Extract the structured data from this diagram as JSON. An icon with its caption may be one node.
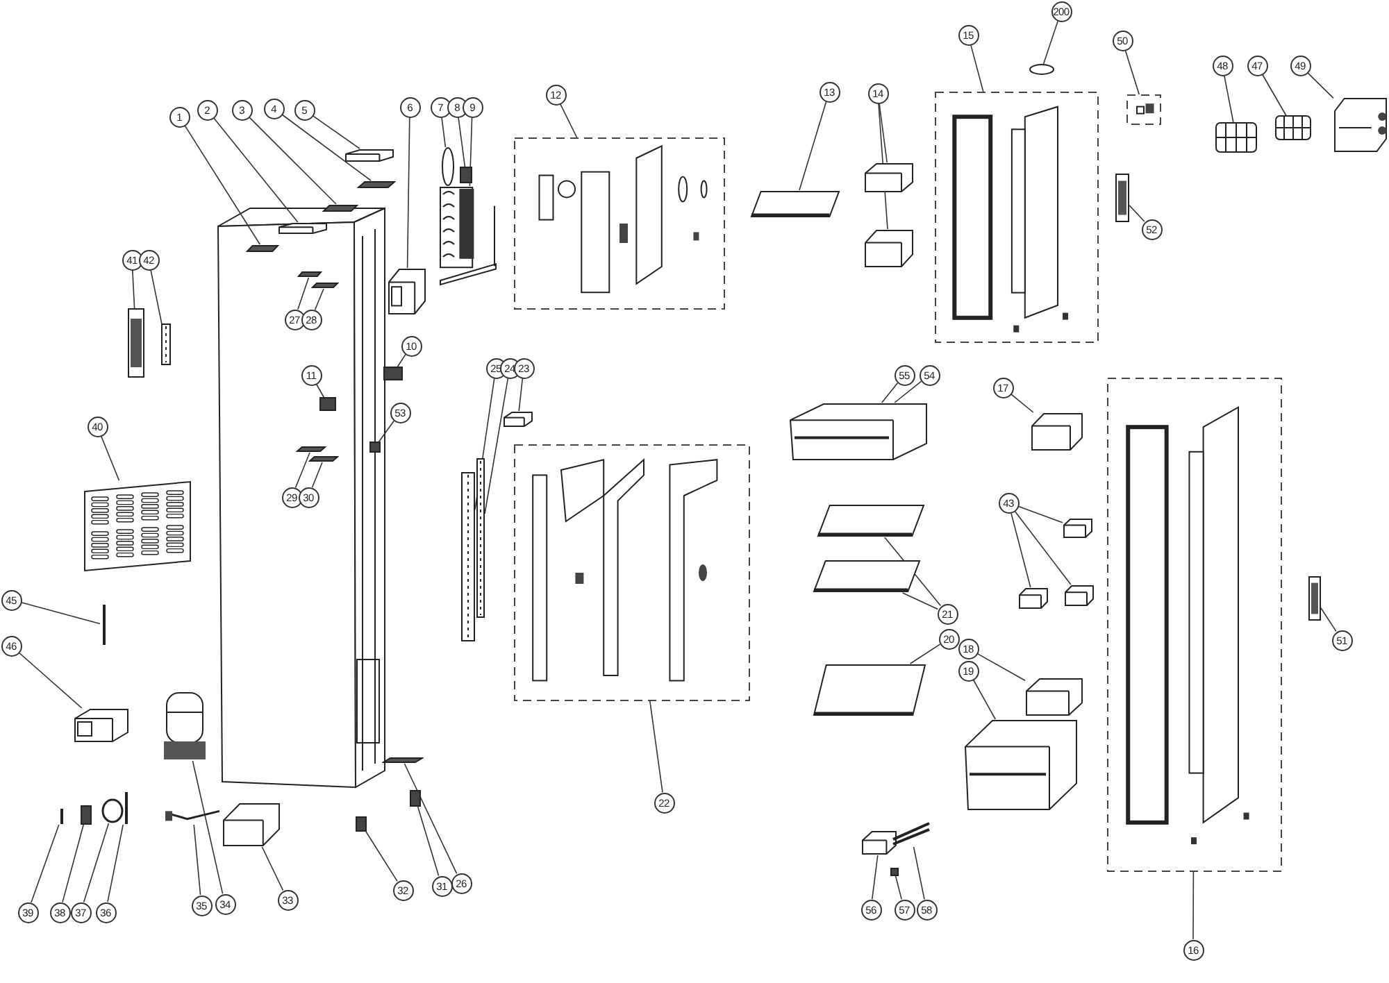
{
  "diagram": {
    "nodes": [
      {
        "text": [
          "1"
        ]
      },
      {
        "text": [],
        "shape": "bar"
      },
      {
        "text": [
          "2"
        ]
      },
      {
        "text": [],
        "shape": "picture"
      },
      {
        "text": [
          "3"
        ]
      },
      {
        "text": [],
        "shape": "bar"
      },
      {
        "text": [
          "4"
        ]
      },
      {
        "text": [],
        "shape": "bar"
      },
      {
        "text": [
          "5"
        ]
      },
      {
        "text": [],
        "shape": "picture"
      },
      {
        "text": [
          "6"
        ]
      },
      {
        "text": [],
        "shape": "picture"
      },
      {
        "text": [
          "7"
        ]
      },
      {
        "text": [],
        "shape": "circle"
      },
      {
        "text": [
          "8"
        ]
      },
      {
        "text": [],
        "shape": "box"
      },
      {
        "text": [
          "9"
        ]
      },
      {
        "text": [],
        "shape": "picture"
      },
      {
        "text": [
          "41"
        ]
      },
      {
        "text": [],
        "shape": "picture"
      },
      {
        "text": [
          "42"
        ]
      },
      {
        "text": [],
        "shape": "picture"
      },
      {
        "text": [
          "27"
        ]
      },
      {
        "text": [],
        "shape": "bar"
      },
      {
        "text": [
          "28"
        ]
      },
      {
        "text": [],
        "shape": "bar"
      },
      {
        "text": [
          "10"
        ]
      },
      {
        "text": [],
        "shape": "box"
      },
      {
        "text": [
          "11"
        ]
      },
      {
        "text": [],
        "shape": "box"
      },
      {
        "text": [
          "53"
        ]
      },
      {
        "text": [],
        "shape": "box"
      },
      {
        "text": [
          "29"
        ]
      },
      {
        "text": [],
        "shape": "bar"
      },
      {
        "text": [
          "30"
        ]
      },
      {
        "text": [],
        "shape": "bar"
      },
      {
        "text": [
          "40"
        ]
      },
      {
        "text": [],
        "shape": "picture"
      },
      {
        "text": [
          "45"
        ]
      },
      {
        "text": [],
        "shape": "bar"
      },
      {
        "text": [
          "46"
        ]
      },
      {
        "text": [],
        "shape": "picture"
      },
      {
        "text": [
          "39"
        ]
      },
      {
        "text": [],
        "shape": "bar"
      },
      {
        "text": [
          "38"
        ]
      },
      {
        "text": [],
        "shape": "box"
      },
      {
        "text": [
          "37"
        ]
      },
      {
        "text": [],
        "shape": "circle"
      },
      {
        "text": [
          "36"
        ]
      },
      {
        "text": [],
        "shape": "bar"
      },
      {
        "text": [
          "35"
        ]
      },
      {
        "text": [],
        "shape": "picture"
      },
      {
        "text": [
          "34"
        ]
      },
      {
        "text": [],
        "shape": "picture"
      },
      {
        "text": [
          "33"
        ]
      },
      {
        "text": [],
        "shape": "picture"
      },
      {
        "text": [
          "32"
        ]
      },
      {
        "text": [],
        "shape": "box"
      },
      {
        "text": [
          "31"
        ]
      },
      {
        "text": [],
        "shape": "box"
      },
      {
        "text": [
          "26"
        ]
      },
      {
        "text": [],
        "shape": "bar"
      },
      {
        "text": [
          "25"
        ]
      },
      {
        "text": [],
        "shape": "picture"
      },
      {
        "text": [
          "24"
        ]
      },
      {
        "text": [],
        "shape": "picture"
      },
      {
        "text": [
          "23"
        ]
      },
      {
        "text": [],
        "shape": "picture"
      },
      {
        "text": [
          "22"
        ]
      },
      {
        "text": [],
        "shape": "box"
      },
      {
        "text": [
          "12"
        ]
      },
      {
        "text": [],
        "shape": "box"
      },
      {
        "text": [
          "13"
        ]
      },
      {
        "text": [],
        "shape": "picture"
      },
      {
        "text": [
          "14"
        ]
      },
      {
        "text": [],
        "shape": "picture"
      },
      {
        "text": [],
        "shape": "picture"
      },
      {
        "text": [
          "15"
        ]
      },
      {
        "text": [],
        "shape": "box"
      },
      {
        "text": [
          "200"
        ]
      },
      {
        "text": [],
        "shape": "circle"
      },
      {
        "text": [
          "50"
        ]
      },
      {
        "text": [],
        "shape": "box"
      },
      {
        "text": [
          "48"
        ]
      },
      {
        "text": [],
        "shape": "picture"
      },
      {
        "text": [
          "47"
        ]
      },
      {
        "text": [],
        "shape": "picture"
      },
      {
        "text": [
          "49"
        ]
      },
      {
        "text": [],
        "shape": "picture"
      },
      {
        "text": [
          "52"
        ]
      },
      {
        "text": [],
        "shape": "picture"
      },
      {
        "text": [
          "55"
        ]
      },
      {
        "text": [
          "54"
        ]
      },
      {
        "text": [],
        "shape": "picture"
      },
      {
        "text": [
          "17"
        ]
      },
      {
        "text": [],
        "shape": "picture"
      },
      {
        "text": [
          "43"
        ]
      },
      {
        "text": [],
        "shape": "picture"
      },
      {
        "text": [],
        "shape": "picture"
      },
      {
        "text": [],
        "shape": "picture"
      },
      {
        "text": [
          "21"
        ]
      },
      {
        "text": [],
        "shape": "picture"
      },
      {
        "text": [],
        "shape": "picture"
      },
      {
        "text": [
          "20"
        ]
      },
      {
        "text": [],
        "shape": "picture"
      },
      {
        "text": [
          "18"
        ]
      },
      {
        "text": [],
        "shape": "picture"
      },
      {
        "text": [
          "19"
        ]
      },
      {
        "text": [],
        "shape": "picture"
      },
      {
        "text": [
          "16"
        ]
      },
      {
        "text": [],
        "shape": "box"
      },
      {
        "text": [
          "51"
        ]
      },
      {
        "text": [],
        "shape": "picture"
      },
      {
        "text": [
          "56"
        ]
      },
      {
        "text": [],
        "shape": "picture"
      },
      {
        "text": [
          "57"
        ]
      },
      {
        "text": [],
        "shape": "box"
      },
      {
        "text": [
          "58"
        ]
      },
      {
        "text": [],
        "shape": "picture"
      }
    ],
    "edges": [
      {
        "from": 0,
        "to": 1,
        "arrow": "none"
      },
      {
        "from": 2,
        "to": 3,
        "arrow": "none"
      },
      {
        "from": 4,
        "to": 5,
        "arrow": "none"
      },
      {
        "from": 6,
        "to": 7,
        "arrow": "none"
      },
      {
        "from": 8,
        "to": 9,
        "arrow": "none"
      },
      {
        "from": 10,
        "to": 11,
        "arrow": "none"
      },
      {
        "from": 12,
        "to": 13,
        "arrow": "none"
      },
      {
        "from": 14,
        "to": 15,
        "arrow": "none"
      },
      {
        "from": 16,
        "to": 17,
        "arrow": "none"
      },
      {
        "from": 18,
        "to": 19,
        "arrow": "none"
      },
      {
        "from": 20,
        "to": 21,
        "arrow": "none"
      },
      {
        "from": 22,
        "to": 23,
        "arrow": "none"
      },
      {
        "from": 24,
        "to": 25,
        "arrow": "none"
      },
      {
        "from": 26,
        "to": 27,
        "arrow": "none"
      },
      {
        "from": 28,
        "to": 29,
        "arrow": "none"
      },
      {
        "from": 30,
        "to": 31,
        "arrow": "none"
      },
      {
        "from": 32,
        "to": 33,
        "arrow": "none"
      },
      {
        "from": 34,
        "to": 35,
        "arrow": "none"
      },
      {
        "from": 36,
        "to": 37,
        "arrow": "none"
      },
      {
        "from": 38,
        "to": 39,
        "arrow": "none"
      },
      {
        "from": 40,
        "to": 41,
        "arrow": "none"
      },
      {
        "from": 42,
        "to": 43,
        "arrow": "none"
      },
      {
        "from": 44,
        "to": 45,
        "arrow": "none"
      },
      {
        "from": 46,
        "to": 47,
        "arrow": "none"
      },
      {
        "from": 48,
        "to": 49,
        "arrow": "none"
      },
      {
        "from": 50,
        "to": 51,
        "arrow": "none"
      },
      {
        "from": 52,
        "to": 53,
        "arrow": "none"
      },
      {
        "from": 54,
        "to": 55,
        "arrow": "none"
      },
      {
        "from": 56,
        "to": 57,
        "arrow": "none"
      },
      {
        "from": 58,
        "to": 59,
        "arrow": "none"
      },
      {
        "from": 60,
        "to": 61,
        "arrow": "none"
      },
      {
        "from": 62,
        "to": 63,
        "arrow": "none"
      },
      {
        "from": 64,
        "to": 65,
        "arrow": "none"
      },
      {
        "from": 66,
        "to": 67,
        "arrow": "none"
      },
      {
        "from": 68,
        "to": 69,
        "arrow": "none"
      },
      {
        "from": 70,
        "to": 71,
        "arrow": "none"
      },
      {
        "from": 72,
        "to": 73,
        "arrow": "none"
      },
      {
        "from": 74,
        "to": 75,
        "arrow": "none"
      },
      {
        "from": 74,
        "to": 76,
        "arrow": "none"
      },
      {
        "from": 77,
        "to": 78,
        "arrow": "none"
      },
      {
        "from": 79,
        "to": 80,
        "arrow": "none"
      },
      {
        "from": 81,
        "to": 82,
        "arrow": "none"
      },
      {
        "from": 83,
        "to": 84,
        "arrow": "none"
      },
      {
        "from": 85,
        "to": 86,
        "arrow": "none"
      },
      {
        "from": 87,
        "to": 88,
        "arrow": "none"
      },
      {
        "from": 89,
        "to": 90,
        "arrow": "none"
      },
      {
        "from": 91,
        "to": 93,
        "arrow": "none"
      },
      {
        "from": 92,
        "to": 93,
        "arrow": "none"
      },
      {
        "from": 94,
        "to": 95,
        "arrow": "none"
      },
      {
        "from": 96,
        "to": 97,
        "arrow": "none"
      },
      {
        "from": 96,
        "to": 98,
        "arrow": "none"
      },
      {
        "from": 96,
        "to": 99,
        "arrow": "none"
      },
      {
        "from": 100,
        "to": 101,
        "arrow": "none"
      },
      {
        "from": 100,
        "to": 102,
        "arrow": "none"
      },
      {
        "from": 103,
        "to": 104,
        "arrow": "none"
      },
      {
        "from": 105,
        "to": 106,
        "arrow": "none"
      },
      {
        "from": 107,
        "to": 108,
        "arrow": "none"
      },
      {
        "from": 109,
        "to": 110,
        "arrow": "none"
      },
      {
        "from": 111,
        "to": 112,
        "arrow": "none"
      },
      {
        "from": 113,
        "to": 114,
        "arrow": "none"
      },
      {
        "from": 115,
        "to": 116,
        "arrow": "none"
      },
      {
        "from": 117,
        "to": 118,
        "arrow": "none"
      }
    ]
  }
}
